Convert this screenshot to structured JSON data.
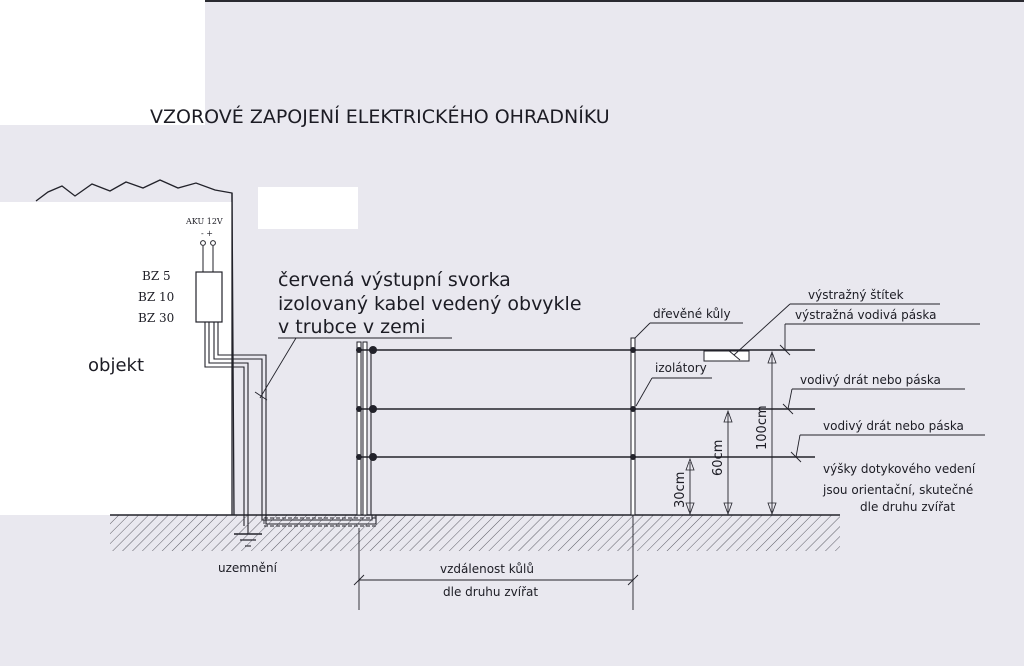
{
  "title": "VZOROVÉ ZAPOJENÍ ELEKTRICKÉHO OHRADNÍKU",
  "battery": {
    "label": "AKU 12V",
    "polarity": "- +"
  },
  "energizer_models": [
    "BZ 5",
    "BZ 10",
    "BZ 30"
  ],
  "object_label": "objekt",
  "cable_note": [
    "červená výstupní svorka",
    "izolovaný kabel vedený obvykle",
    "v trubce v zemi"
  ],
  "labels": {
    "posts": "dřevěné kůly",
    "insulators": "izolátory",
    "warning_sign": "výstražný štítek",
    "warning_tape": "výstražná vodivá páska",
    "wire_1": "vodivý drát nebo páska",
    "wire_2": "vodivý drát nebo páska",
    "heights_note": [
      "výšky dotykového vedení",
      "jsou orientační, skutečné",
      "dle druhu zvířat"
    ],
    "grounding": "uzemnění",
    "post_distance": [
      "vzdálenost kůlů",
      "dle druhu zvířat"
    ]
  },
  "heights": [
    "30cm",
    "60cm",
    "100cm"
  ]
}
